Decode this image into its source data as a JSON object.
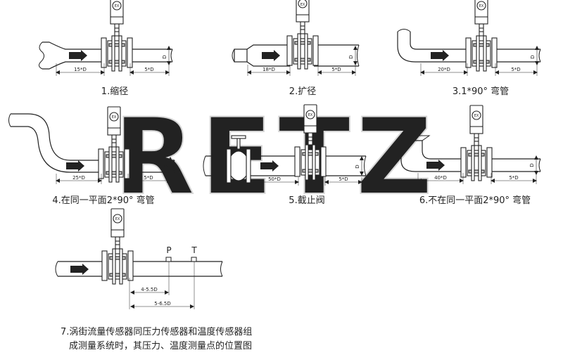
{
  "watermark": "RETZ",
  "meter_badge": "EX",
  "dim_label": "D",
  "diagrams": [
    {
      "id": "1",
      "caption": "1.缩径",
      "upstream": "15*D",
      "downstream": "5*D"
    },
    {
      "id": "2",
      "caption": "2.扩径",
      "upstream": "18*D",
      "downstream": "5*D"
    },
    {
      "id": "3",
      "caption": "3.1*90° 弯管",
      "upstream": "20*D",
      "downstream": "5*D"
    },
    {
      "id": "4",
      "caption": "4.在同一平面2*90° 弯管",
      "upstream": "25*D",
      "downstream": "5*D"
    },
    {
      "id": "5",
      "caption": "5.截止阀",
      "upstream": "50*D",
      "downstream": "5*D"
    },
    {
      "id": "6",
      "caption": "6.不在同一平面2*90° 弯管",
      "upstream": "40*D",
      "downstream": "5*D"
    }
  ],
  "sensor_diagram": {
    "p_label": "P",
    "t_label": "T",
    "p_distance": "4-5.5D",
    "t_distance": "5-6.5D",
    "caption_line1": "7.涡街流量传感器同压力传感器和温度传感器组",
    "caption_line2": "成测量系统时，其压力、温度测量点的位置图"
  }
}
